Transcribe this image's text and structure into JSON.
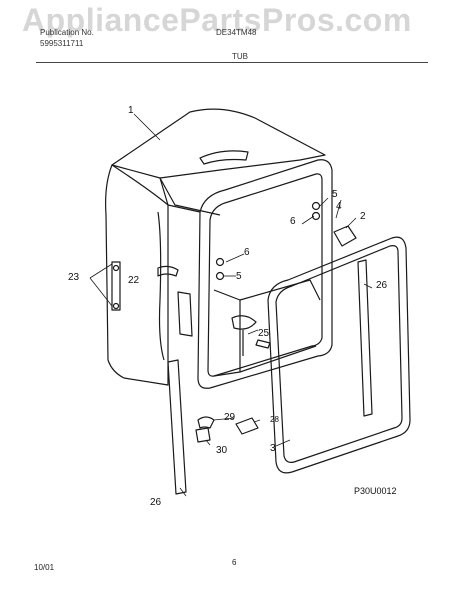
{
  "watermark": "AppliancePartsPros.com",
  "header": {
    "left_line1": "Publication No.",
    "left_line2": "5995311711",
    "model": "DE34TM48",
    "title": "TUB"
  },
  "parts": [
    {
      "id": "p1",
      "label": "1"
    },
    {
      "id": "p2",
      "label": "2"
    },
    {
      "id": "p3",
      "label": "3"
    },
    {
      "id": "p4",
      "label": "4"
    },
    {
      "id": "p5a",
      "label": "5"
    },
    {
      "id": "p6a",
      "label": "6"
    },
    {
      "id": "p6b",
      "label": "6"
    },
    {
      "id": "p5b",
      "label": "5"
    },
    {
      "id": "p22",
      "label": "22"
    },
    {
      "id": "p23",
      "label": "23"
    },
    {
      "id": "p25",
      "label": "25"
    },
    {
      "id": "p26a",
      "label": "26"
    },
    {
      "id": "p26b",
      "label": "26"
    },
    {
      "id": "p28",
      "label": "28"
    },
    {
      "id": "p29",
      "label": "29"
    },
    {
      "id": "p30",
      "label": "30"
    }
  ],
  "diagram_code": "P30U0012",
  "footer": {
    "date": "10/01",
    "page": "6"
  }
}
